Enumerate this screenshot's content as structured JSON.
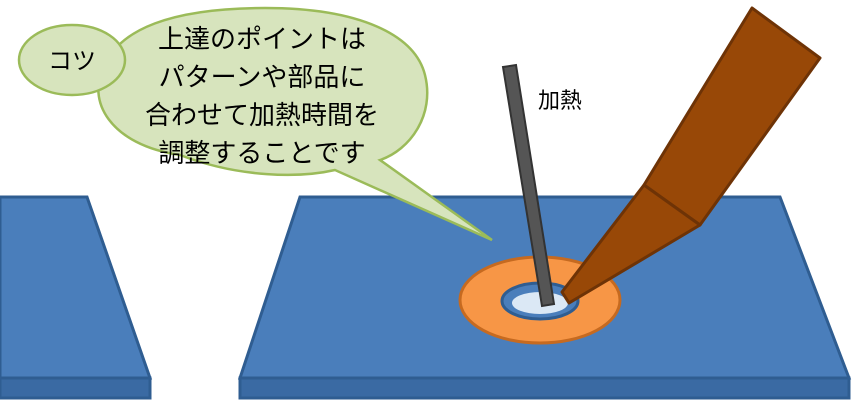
{
  "labels": {
    "heating": "加熱",
    "tip_badge": "コツ",
    "speech_lines": [
      "上達のポイントは",
      "パターンや部品に",
      "合わせて加熱時間を",
      "調整することです"
    ]
  },
  "colors": {
    "board_fill": "#4a7ebb",
    "board_edge": "#2f5d91",
    "board_side": "#3a6aa3",
    "pad_ring": "#f79646",
    "pad_ring_edge": "#c66a20",
    "hole_fill": "#dbe8f5",
    "solder_wire": "#555555",
    "iron_tip": "#984807",
    "iron_edge": "#6e3306",
    "bubble_fill": "#d7e4bd",
    "bubble_edge": "#9bbb59"
  },
  "icons": {
    "soldering_iron": "soldering-iron-icon",
    "solder_wire": "solder-wire-icon"
  }
}
